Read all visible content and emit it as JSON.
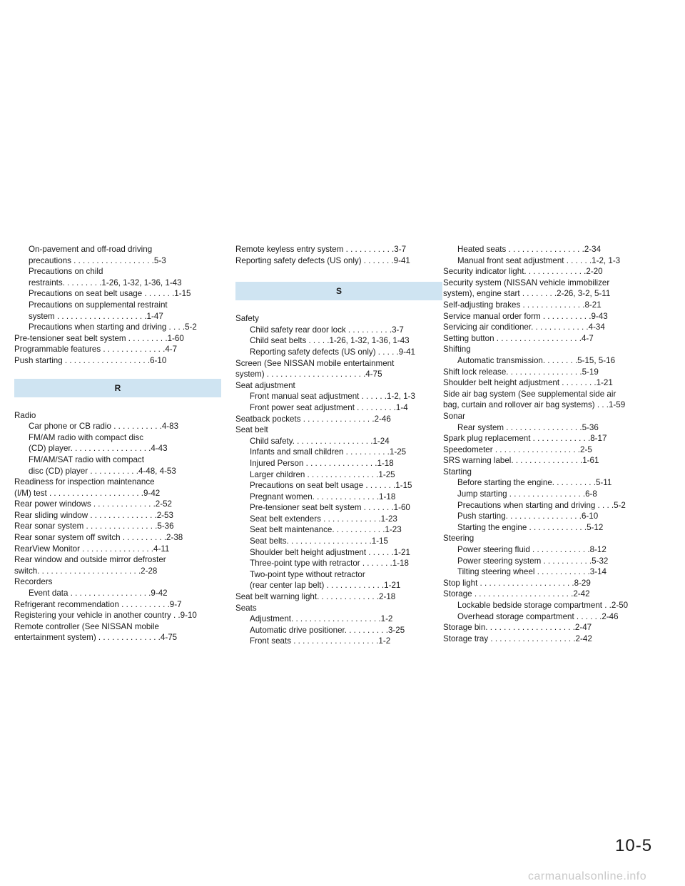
{
  "columns": [
    [
      {
        "t": "On-pavement and off-road driving",
        "i": 1
      },
      {
        "t": "precautions . . . . . . . . . . . . . . . . . .5-3",
        "i": 1
      },
      {
        "t": "Precautions on child",
        "i": 1
      },
      {
        "t": "restraints. . . . . . . . .1-26, 1-32, 1-36, 1-43",
        "i": 1
      },
      {
        "t": "Precautions on seat belt usage . . . . . . .1-15",
        "i": 1
      },
      {
        "t": "Precautions on supplemental restraint",
        "i": 1
      },
      {
        "t": "system . . . . . . . . . . . . . . . . . . . .1-47",
        "i": 1
      },
      {
        "t": "Precautions when starting and driving . . . .5-2",
        "i": 1
      },
      {
        "t": "Pre-tensioner seat belt system . . . . . . . . .1-60",
        "i": 0
      },
      {
        "t": "Programmable features . . . . . . . . . . . . . .4-7",
        "i": 0
      },
      {
        "t": "Push starting . . . . . . . . . . . . . . . . . . .6-10",
        "i": 0
      },
      {
        "letter": "R"
      },
      {
        "t": "Radio",
        "i": 0
      },
      {
        "t": "Car phone or CB radio . . . . . . . . . . .4-83",
        "i": 1
      },
      {
        "t": "FM/AM radio with compact disc",
        "i": 1
      },
      {
        "t": "(CD) player. . . . . . . . . . . . . . . . . .4-43",
        "i": 1
      },
      {
        "t": "FM/AM/SAT radio with compact",
        "i": 1
      },
      {
        "t": "disc (CD) player . . . . . . . . . . .4-48, 4-53",
        "i": 1
      },
      {
        "t": "Readiness for inspection maintenance",
        "i": 0
      },
      {
        "t": "(I/M) test . . . . . . . . . . . . . . . . . . . . .9-42",
        "i": 0
      },
      {
        "t": "Rear power windows . . . . . . . . . . . . . .2-52",
        "i": 0
      },
      {
        "t": "Rear sliding window . . . . . . . . . . . . . . .2-53",
        "i": 0
      },
      {
        "t": "Rear sonar system . . . . . . . . . . . . . . . .5-36",
        "i": 0
      },
      {
        "t": "Rear sonar system off switch . . . . . . . . . .2-38",
        "i": 0
      },
      {
        "t": "RearView Monitor . . . . . . . . . . . . . . . .4-11",
        "i": 0
      },
      {
        "t": "Rear window and outside mirror defroster",
        "i": 0
      },
      {
        "t": "switch. . . . . . . . . . . . . . . . . . . . . . .2-28",
        "i": 0
      },
      {
        "t": "Recorders",
        "i": 0
      },
      {
        "t": "Event data . . . . . . . . . . . . . . . . . .9-42",
        "i": 1
      },
      {
        "t": "Refrigerant recommendation . . . . . . . . . . .9-7",
        "i": 0
      },
      {
        "t": "Registering your vehicle in another country . .9-10",
        "i": 0
      },
      {
        "t": "Remote controller (See NISSAN mobile",
        "i": 0
      },
      {
        "t": "entertainment system) . . . . . . . . . . . . . .4-75",
        "i": 0
      }
    ],
    [
      {
        "t": "Remote keyless entry system . . . . . . . . . . .3-7",
        "i": 0
      },
      {
        "t": "Reporting safety defects (US only) . . . . . . .9-41",
        "i": 0
      },
      {
        "letter": "S"
      },
      {
        "t": "Safety",
        "i": 0
      },
      {
        "t": "Child safety rear door lock . . . . . . . . . .3-7",
        "i": 1
      },
      {
        "t": "Child seat belts . . . . .1-26, 1-32, 1-36, 1-43",
        "i": 1
      },
      {
        "t": "Reporting safety defects (US only) . . . . .9-41",
        "i": 1
      },
      {
        "t": "Screen (See NISSAN mobile entertainment",
        "i": 0
      },
      {
        "t": "system) . . . . . . . . . . . . . . . . . . . . . .4-75",
        "i": 0
      },
      {
        "t": "Seat adjustment",
        "i": 0
      },
      {
        "t": "Front manual seat adjustment . . . . . .1-2, 1-3",
        "i": 1
      },
      {
        "t": "Front power seat adjustment . . . . . . . . .1-4",
        "i": 1
      },
      {
        "t": "Seatback pockets . . . . . . . . . . . . . . . .2-46",
        "i": 0
      },
      {
        "t": "Seat belt",
        "i": 0
      },
      {
        "t": "Child safety. . . . . . . . . . . . . . . . . .1-24",
        "i": 1
      },
      {
        "t": "Infants and small children . . . . . . . . . .1-25",
        "i": 1
      },
      {
        "t": "Injured Person . . . . . . . . . . . . . . . .1-18",
        "i": 1
      },
      {
        "t": "Larger children . . . . . . . . . . . . . . . .1-25",
        "i": 1
      },
      {
        "t": "Precautions on seat belt usage . . . . . . .1-15",
        "i": 1
      },
      {
        "t": "Pregnant women. . . . . . . . . . . . . . .1-18",
        "i": 1
      },
      {
        "t": "Pre-tensioner seat belt system . . . . . . .1-60",
        "i": 1
      },
      {
        "t": "Seat belt extenders . . . . . . . . . . . . .1-23",
        "i": 1
      },
      {
        "t": "Seat belt maintenance. . . . . . . . . . . .1-23",
        "i": 1
      },
      {
        "t": "Seat belts. . . . . . . . . . . . . . . . . . .1-15",
        "i": 1
      },
      {
        "t": "Shoulder belt height adjustment . . . . . .1-21",
        "i": 1
      },
      {
        "t": "Three-point type with retractor . . . . . . .1-18",
        "i": 1
      },
      {
        "t": "Two-point type without retractor",
        "i": 1
      },
      {
        "t": "(rear center lap belt) . . . . . . . . . . . . .1-21",
        "i": 1
      },
      {
        "t": "Seat belt warning light. . . . . . . . . . . . . .2-18",
        "i": 0
      },
      {
        "t": "Seats",
        "i": 0
      },
      {
        "t": "Adjustment. . . . . . . . . . . . . . . . . . . .1-2",
        "i": 1
      },
      {
        "t": "Automatic drive positioner. . . . . . . . . .3-25",
        "i": 1
      },
      {
        "t": "Front seats . . . . . . . . . . . . . . . . . . .1-2",
        "i": 1
      }
    ],
    [
      {
        "t": "Heated seats . . . . . . . . . . . . . . . . .2-34",
        "i": 1
      },
      {
        "t": "Manual front seat adjustment . . . . . .1-2, 1-3",
        "i": 1
      },
      {
        "t": "Security indicator light. . . . . . . . . . . . . .2-20",
        "i": 0
      },
      {
        "t": "Security system (NISSAN vehicle immobilizer",
        "i": 0
      },
      {
        "t": "system), engine start . . . . . . . .2-26, 3-2, 5-11",
        "i": 0
      },
      {
        "t": "Self-adjusting brakes . . . . . . . . . . . . . .8-21",
        "i": 0
      },
      {
        "t": "Service manual order form . . . . . . . . . . .9-43",
        "i": 0
      },
      {
        "t": "Servicing air conditioner. . . . . . . . . . . . .4-34",
        "i": 0
      },
      {
        "t": "Setting button . . . . . . . . . . . . . . . . . . .4-7",
        "i": 0
      },
      {
        "t": "Shifting",
        "i": 0
      },
      {
        "t": "Automatic transmission. . . . . . . .5-15, 5-16",
        "i": 1
      },
      {
        "t": "Shift lock release. . . . . . . . . . . . . . . . .5-19",
        "i": 0
      },
      {
        "t": "Shoulder belt height adjustment . . . . . . . .1-21",
        "i": 0
      },
      {
        "t": "Side air bag system (See supplemental side air",
        "i": 0
      },
      {
        "t": "bag, curtain and rollover air bag systems) . . .1-59",
        "i": 0
      },
      {
        "t": "Sonar",
        "i": 0
      },
      {
        "t": "Rear system . . . . . . . . . . . . . . . . .5-36",
        "i": 1
      },
      {
        "t": "Spark plug replacement . . . . . . . . . . . . .8-17",
        "i": 0
      },
      {
        "t": "Speedometer . . . . . . . . . . . . . . . . . . .2-5",
        "i": 0
      },
      {
        "t": "SRS warning label. . . . . . . . . . . . . . . .1-61",
        "i": 0
      },
      {
        "t": "Starting",
        "i": 0
      },
      {
        "t": "Before starting the engine. . . . . . . . . .5-11",
        "i": 1
      },
      {
        "t": "Jump starting . . . . . . . . . . . . . . . . .6-8",
        "i": 1
      },
      {
        "t": "Precautions when starting and driving . . . .5-2",
        "i": 1
      },
      {
        "t": "Push starting. . . . . . . . . . . . . . . . .6-10",
        "i": 1
      },
      {
        "t": "Starting the engine . . . . . . . . . . . . .5-12",
        "i": 1
      },
      {
        "t": "Steering",
        "i": 0
      },
      {
        "t": "Power steering fluid . . . . . . . . . . . . .8-12",
        "i": 1
      },
      {
        "t": "Power steering system . . . . . . . . . . .5-32",
        "i": 1
      },
      {
        "t": "Tilting steering wheel . . . . . . . . . . . .3-14",
        "i": 1
      },
      {
        "t": "Stop light . . . . . . . . . . . . . . . . . . . . .8-29",
        "i": 0
      },
      {
        "t": "Storage . . . . . . . . . . . . . . . . . . . . . .2-42",
        "i": 0
      },
      {
        "t": "Lockable bedside storage compartment . .2-50",
        "i": 1
      },
      {
        "t": "Overhead storage compartment . . . . . .2-46",
        "i": 1
      },
      {
        "t": "Storage bin. . . . . . . . . . . . . . . . . . . .2-47",
        "i": 0
      },
      {
        "t": "Storage tray . . . . . . . . . . . . . . . . . . .2-42",
        "i": 0
      }
    ]
  ],
  "page_number": "10-5",
  "watermark": "carmanualsonline.info"
}
